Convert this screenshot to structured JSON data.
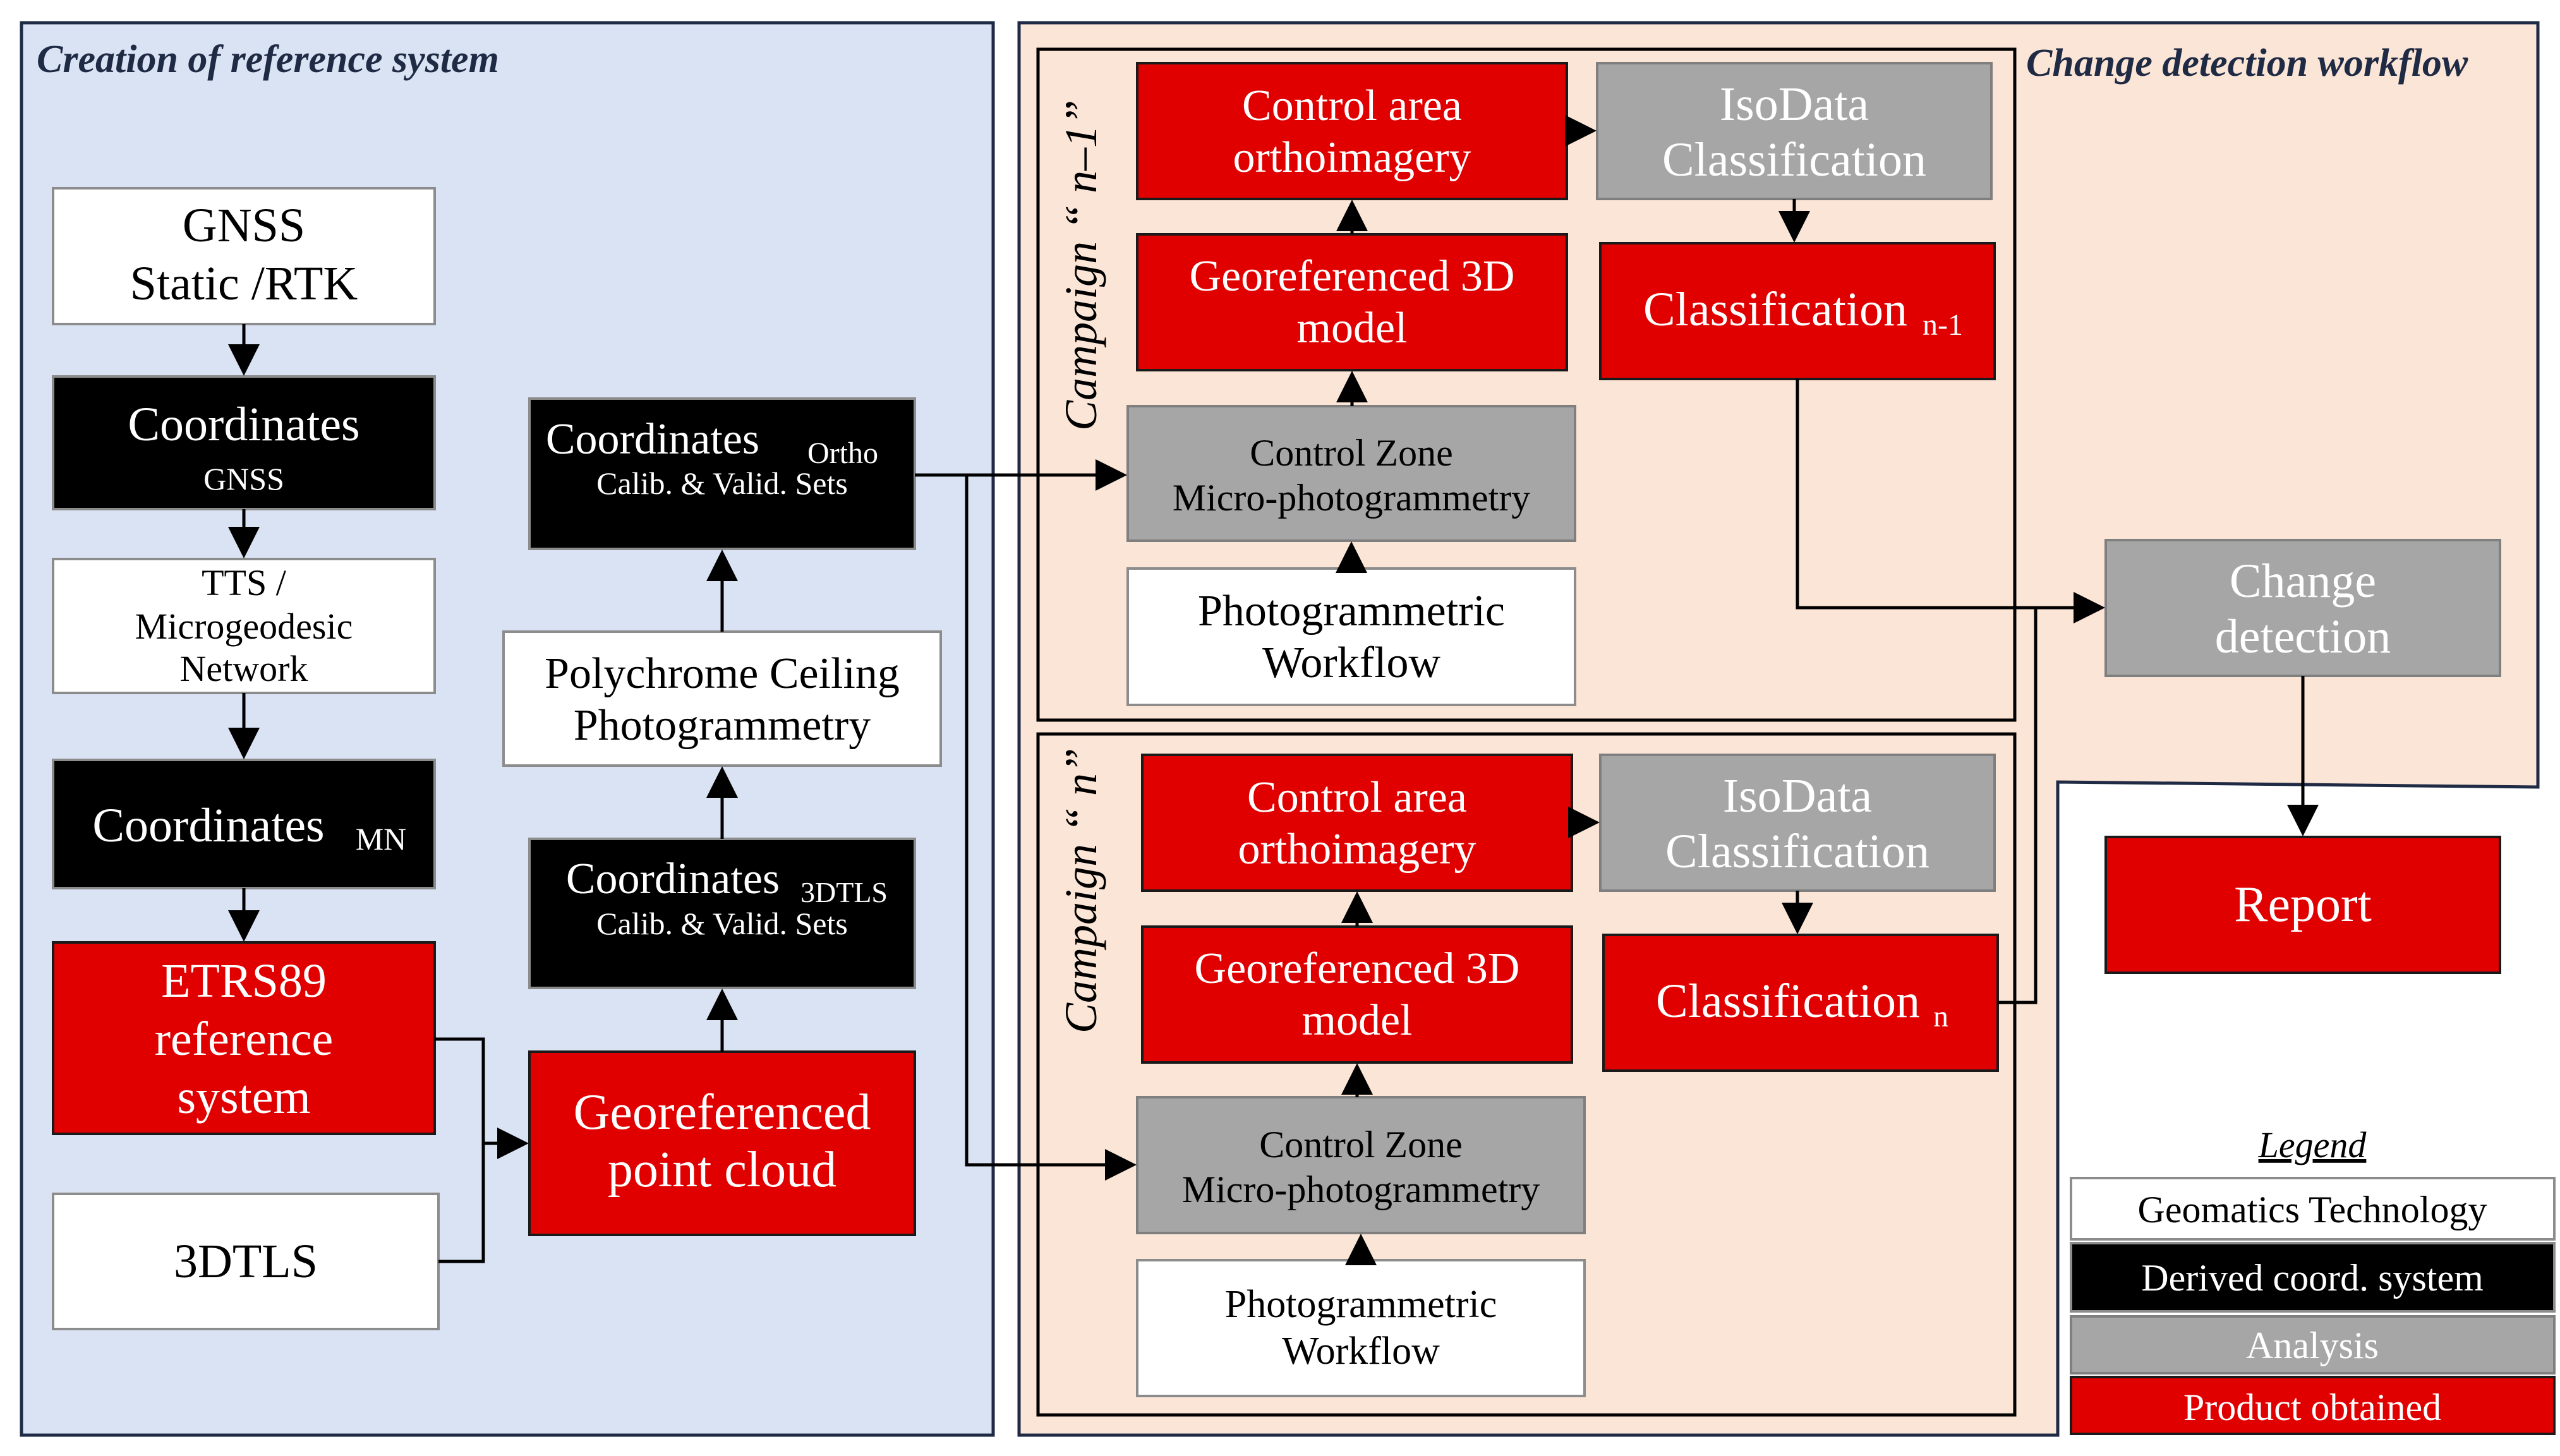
{
  "colors": {
    "white": "#ffffff",
    "black": "#000000",
    "gray": "#a6a6a6",
    "red": "#e00000",
    "left_panel": "#dae3f3",
    "right_panel": "#fbe5d6",
    "border_dark": "#1f2a44"
  },
  "left_section": {
    "title": "Creation of  reference system",
    "gnss": {
      "line1": "GNSS",
      "line2": "Static /RTK"
    },
    "coord_gnss": {
      "main": "Coordinates",
      "sub": "GNSS"
    },
    "tts": {
      "line1": "TTS /",
      "line2": "Microgeodesic",
      "line3": "Network"
    },
    "coord_mn": {
      "main": "Coordinates",
      "sub": "MN"
    },
    "etrs": {
      "line1": "ETRS89",
      "line2": "reference",
      "line3": "system"
    },
    "tls": {
      "label": "3DTLS"
    },
    "geo_cloud": {
      "line1": "Georeferenced",
      "line2": "point cloud"
    },
    "coord_3dtls": {
      "main": "Coordinates",
      "sub": "3DTLS",
      "line2": "Calib. & Valid. Sets"
    },
    "poly": {
      "line1": "Polychrome Ceiling",
      "line2": "Photogrammetry"
    },
    "coord_ortho": {
      "main": "Coordinates",
      "sub": "Ortho",
      "line2": "Calib. & Valid. Sets"
    }
  },
  "right_section": {
    "title": "Change detection workflow",
    "campaign_prev": {
      "label": "Campaign “ n–1”",
      "ortho": {
        "line1": "Control area",
        "line2": "orthoimagery"
      },
      "model": {
        "line1": "Georeferenced 3D",
        "line2": "model"
      },
      "micro": {
        "line1": "Control Zone",
        "line2": "Micro-photogrammetry"
      },
      "workflow": {
        "line1": "Photogrammetric",
        "line2": "Workflow"
      },
      "isodata": {
        "line1": "IsoData",
        "line2": "Classification"
      },
      "classification": {
        "main": "Classification",
        "sub": "n-1"
      }
    },
    "campaign_curr": {
      "label": "Campaign “ n”",
      "ortho": {
        "line1": "Control area",
        "line2": "orthoimagery"
      },
      "model": {
        "line1": "Georeferenced 3D",
        "line2": "model"
      },
      "micro": {
        "line1": "Control Zone",
        "line2": "Micro-photogrammetry"
      },
      "workflow": {
        "line1": "Photogrammetric",
        "line2": "Workflow"
      },
      "isodata": {
        "line1": "IsoData",
        "line2": "Classification"
      },
      "classification": {
        "main": "Classification",
        "sub": "n"
      }
    },
    "change": {
      "line1": "Change",
      "line2": "detection"
    },
    "report": {
      "label": "Report"
    }
  },
  "legend": {
    "title": "Legend",
    "items": [
      {
        "label": "Geomatics Technology",
        "color": "#ffffff",
        "text_color": "#000000"
      },
      {
        "label": "Derived coord. system",
        "color": "#000000",
        "text_color": "#ffffff"
      },
      {
        "label": "Analysis",
        "color": "#a6a6a6",
        "text_color": "#ffffff"
      },
      {
        "label": "Product obtained",
        "color": "#e00000",
        "text_color": "#ffffff"
      }
    ]
  }
}
